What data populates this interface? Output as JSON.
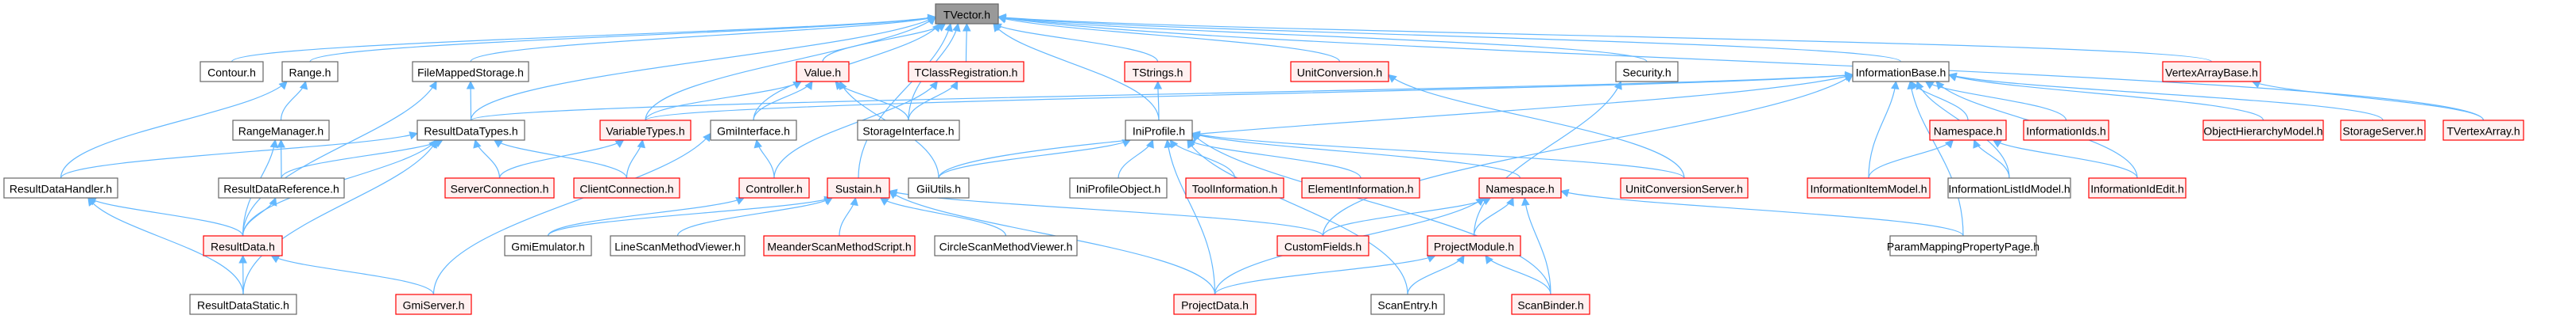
{
  "graph": {
    "title": "TVector.h include dependency graph",
    "edge_color": "#63B8FF",
    "styles": {
      "root": {
        "fill": "#999999",
        "border": "#666666"
      },
      "normal": {
        "fill": "#FFFFFF",
        "border": "#666666"
      },
      "red": {
        "fill": "#FFF0F0",
        "border": "#FF0000"
      }
    },
    "nodes": [
      {
        "id": "TVector",
        "label": "TVector.h",
        "kind": "root"
      },
      {
        "id": "Contour",
        "label": "Contour.h",
        "kind": "normal"
      },
      {
        "id": "Range",
        "label": "Range.h",
        "kind": "normal"
      },
      {
        "id": "FileMappedStorage",
        "label": "FileMappedStorage.h",
        "kind": "normal"
      },
      {
        "id": "Value",
        "label": "Value.h",
        "kind": "red"
      },
      {
        "id": "TClassRegistration",
        "label": "TClassRegistration.h",
        "kind": "red"
      },
      {
        "id": "TStrings",
        "label": "TStrings.h",
        "kind": "red"
      },
      {
        "id": "UnitConversion",
        "label": "UnitConversion.h",
        "kind": "red"
      },
      {
        "id": "Security",
        "label": "Security.h",
        "kind": "normal"
      },
      {
        "id": "InformationBase",
        "label": "InformationBase.h",
        "kind": "normal"
      },
      {
        "id": "VertexArrayBase",
        "label": "VertexArrayBase.h",
        "kind": "red"
      },
      {
        "id": "RangeManager",
        "label": "RangeManager.h",
        "kind": "normal"
      },
      {
        "id": "ResultDataTypes",
        "label": "ResultDataTypes.h",
        "kind": "normal"
      },
      {
        "id": "VariableTypes",
        "label": "VariableTypes.h",
        "kind": "red"
      },
      {
        "id": "GmiInterface",
        "label": "GmiInterface.h",
        "kind": "normal"
      },
      {
        "id": "StorageInterface",
        "label": "StorageInterface.h",
        "kind": "normal"
      },
      {
        "id": "IniProfile",
        "label": "IniProfile.h",
        "kind": "normal"
      },
      {
        "id": "Namespace2",
        "label": "Namespace.h",
        "kind": "red"
      },
      {
        "id": "InformationIds",
        "label": "InformationIds.h",
        "kind": "red"
      },
      {
        "id": "ObjectHierarchyModel",
        "label": "ObjectHierarchyModel.h",
        "kind": "red"
      },
      {
        "id": "StorageServer",
        "label": "StorageServer.h",
        "kind": "red"
      },
      {
        "id": "TVertexArray",
        "label": "TVertexArray.h",
        "kind": "red"
      },
      {
        "id": "ResultDataHandler",
        "label": "ResultDataHandler.h",
        "kind": "normal"
      },
      {
        "id": "ResultDataReference",
        "label": "ResultDataReference.h",
        "kind": "normal"
      },
      {
        "id": "ServerConnection",
        "label": "ServerConnection.h",
        "kind": "red"
      },
      {
        "id": "ClientConnection",
        "label": "ClientConnection.h",
        "kind": "red"
      },
      {
        "id": "Controller",
        "label": "Controller.h",
        "kind": "red"
      },
      {
        "id": "Sustain",
        "label": "Sustain.h",
        "kind": "red"
      },
      {
        "id": "GiiUtils",
        "label": "GiiUtils.h",
        "kind": "normal"
      },
      {
        "id": "IniProfileObject",
        "label": "IniProfileObject.h",
        "kind": "normal"
      },
      {
        "id": "ToolInformation",
        "label": "ToolInformation.h",
        "kind": "red"
      },
      {
        "id": "ElementInformation",
        "label": "ElementInformation.h",
        "kind": "red"
      },
      {
        "id": "Namespace",
        "label": "Namespace.h",
        "kind": "red"
      },
      {
        "id": "UnitConversionServer",
        "label": "UnitConversionServer.h",
        "kind": "red"
      },
      {
        "id": "InformationItemModel",
        "label": "InformationItemModel.h",
        "kind": "red"
      },
      {
        "id": "InformationListIdModel",
        "label": "InformationListIdModel.h",
        "kind": "normal"
      },
      {
        "id": "InformationIdEdit",
        "label": "InformationIdEdit.h",
        "kind": "red"
      },
      {
        "id": "ResultData",
        "label": "ResultData.h",
        "kind": "red"
      },
      {
        "id": "GmiEmulator",
        "label": "GmiEmulator.h",
        "kind": "normal"
      },
      {
        "id": "LineScanMethodViewer",
        "label": "LineScanMethodViewer.h",
        "kind": "normal"
      },
      {
        "id": "MeanderScanMethodScript",
        "label": "MeanderScanMethodScript.h",
        "kind": "red"
      },
      {
        "id": "CircleScanMethodViewer",
        "label": "CircleScanMethodViewer.h",
        "kind": "normal"
      },
      {
        "id": "CustomFields",
        "label": "CustomFields.h",
        "kind": "red"
      },
      {
        "id": "ProjectModule",
        "label": "ProjectModule.h",
        "kind": "red"
      },
      {
        "id": "ParamMappingPropertyPage",
        "label": "ParamMappingPropertyPage.h",
        "kind": "normal"
      },
      {
        "id": "ResultDataStatic",
        "label": "ResultDataStatic.h",
        "kind": "normal"
      },
      {
        "id": "GmiServer",
        "label": "GmiServer.h",
        "kind": "red"
      },
      {
        "id": "ProjectData",
        "label": "ProjectData.h",
        "kind": "red"
      },
      {
        "id": "ScanEntry",
        "label": "ScanEntry.h",
        "kind": "normal"
      },
      {
        "id": "ScanBinder",
        "label": "ScanBinder.h",
        "kind": "red"
      }
    ],
    "edges": [
      [
        "Contour",
        "TVector"
      ],
      [
        "Range",
        "TVector"
      ],
      [
        "FileMappedStorage",
        "TVector"
      ],
      [
        "Value",
        "TVector"
      ],
      [
        "TClassRegistration",
        "TVector"
      ],
      [
        "TStrings",
        "TVector"
      ],
      [
        "UnitConversion",
        "TVector"
      ],
      [
        "Security",
        "TVector"
      ],
      [
        "InformationBase",
        "TVector"
      ],
      [
        "VertexArrayBase",
        "TVector"
      ],
      [
        "TVertexArray",
        "TVector"
      ],
      [
        "ResultDataTypes",
        "TVector"
      ],
      [
        "VariableTypes",
        "TVector"
      ],
      [
        "GmiInterface",
        "TVector"
      ],
      [
        "StorageInterface",
        "TVector"
      ],
      [
        "IniProfile",
        "TVector"
      ],
      [
        "Sustain",
        "TVector"
      ],
      [
        "ResultDataHandler",
        "Range"
      ],
      [
        "RangeManager",
        "Range"
      ],
      [
        "ResultData",
        "FileMappedStorage"
      ],
      [
        "ResultDataTypes",
        "FileMappedStorage"
      ],
      [
        "ResultDataReference",
        "RangeManager"
      ],
      [
        "ResultData",
        "RangeManager"
      ],
      [
        "ResultDataHandler",
        "ResultDataTypes"
      ],
      [
        "ResultDataReference",
        "ResultDataTypes"
      ],
      [
        "ServerConnection",
        "ResultDataTypes"
      ],
      [
        "ClientConnection",
        "ResultDataTypes"
      ],
      [
        "ResultData",
        "ResultDataTypes"
      ],
      [
        "ResultDataStatic",
        "ResultDataTypes"
      ],
      [
        "ServerConnection",
        "VariableTypes"
      ],
      [
        "ClientConnection",
        "VariableTypes"
      ],
      [
        "VariableTypes",
        "Value"
      ],
      [
        "GmiInterface",
        "Value"
      ],
      [
        "StorageInterface",
        "Value"
      ],
      [
        "GiiUtils",
        "Value"
      ],
      [
        "StorageInterface",
        "TClassRegistration"
      ],
      [
        "Controller",
        "TClassRegistration"
      ],
      [
        "IniProfile",
        "TStrings"
      ],
      [
        "Controller",
        "GmiInterface"
      ],
      [
        "GmiServer",
        "GmiInterface"
      ],
      [
        "GmiEmulator",
        "Controller"
      ],
      [
        "GmiEmulator",
        "Sustain"
      ],
      [
        "LineScanMethodViewer",
        "Sustain"
      ],
      [
        "MeanderScanMethodScript",
        "Sustain"
      ],
      [
        "CircleScanMethodViewer",
        "Sustain"
      ],
      [
        "ProjectData",
        "Sustain"
      ],
      [
        "CustomFields",
        "Sustain"
      ],
      [
        "GiiUtils",
        "IniProfile"
      ],
      [
        "IniProfileObject",
        "IniProfile"
      ],
      [
        "ToolInformation",
        "IniProfile"
      ],
      [
        "ElementInformation",
        "IniProfile"
      ],
      [
        "Namespace",
        "IniProfile"
      ],
      [
        "UnitConversionServer",
        "IniProfile"
      ],
      [
        "ProjectData",
        "IniProfile"
      ],
      [
        "ScanEntry",
        "IniProfile"
      ],
      [
        "ScanBinder",
        "IniProfile"
      ],
      [
        "UnitConversionServer",
        "UnitConversion"
      ],
      [
        "ProjectModule",
        "Security"
      ],
      [
        "ResultDataTypes",
        "InformationBase"
      ],
      [
        "VariableTypes",
        "InformationBase"
      ],
      [
        "GiiUtils",
        "InformationBase"
      ],
      [
        "CustomFields",
        "InformationBase"
      ],
      [
        "Namespace2",
        "InformationBase"
      ],
      [
        "InformationIds",
        "InformationBase"
      ],
      [
        "ObjectHierarchyModel",
        "InformationBase"
      ],
      [
        "StorageServer",
        "InformationBase"
      ],
      [
        "InformationItemModel",
        "InformationBase"
      ],
      [
        "InformationListIdModel",
        "InformationBase"
      ],
      [
        "InformationIdEdit",
        "InformationBase"
      ],
      [
        "ParamMappingPropertyPage",
        "InformationBase"
      ],
      [
        "TVertexArray",
        "VertexArrayBase"
      ],
      [
        "InformationItemModel",
        "Namespace2"
      ],
      [
        "InformationListIdModel",
        "Namespace2"
      ],
      [
        "InformationIdEdit",
        "Namespace2"
      ],
      [
        "CustomFields",
        "Namespace"
      ],
      [
        "ProjectModule",
        "Namespace"
      ],
      [
        "ProjectData",
        "Namespace"
      ],
      [
        "ScanBinder",
        "Namespace"
      ],
      [
        "ParamMappingPropertyPage",
        "Namespace"
      ],
      [
        "ProjectData",
        "ProjectModule"
      ],
      [
        "ScanEntry",
        "ProjectModule"
      ],
      [
        "ScanBinder",
        "ProjectModule"
      ],
      [
        "ResultData",
        "ResultDataHandler"
      ],
      [
        "ResultDataStatic",
        "ResultDataHandler"
      ],
      [
        "ResultData",
        "ResultDataReference"
      ],
      [
        "ResultDataStatic",
        "ResultData"
      ],
      [
        "GmiServer",
        "ResultData"
      ]
    ]
  }
}
